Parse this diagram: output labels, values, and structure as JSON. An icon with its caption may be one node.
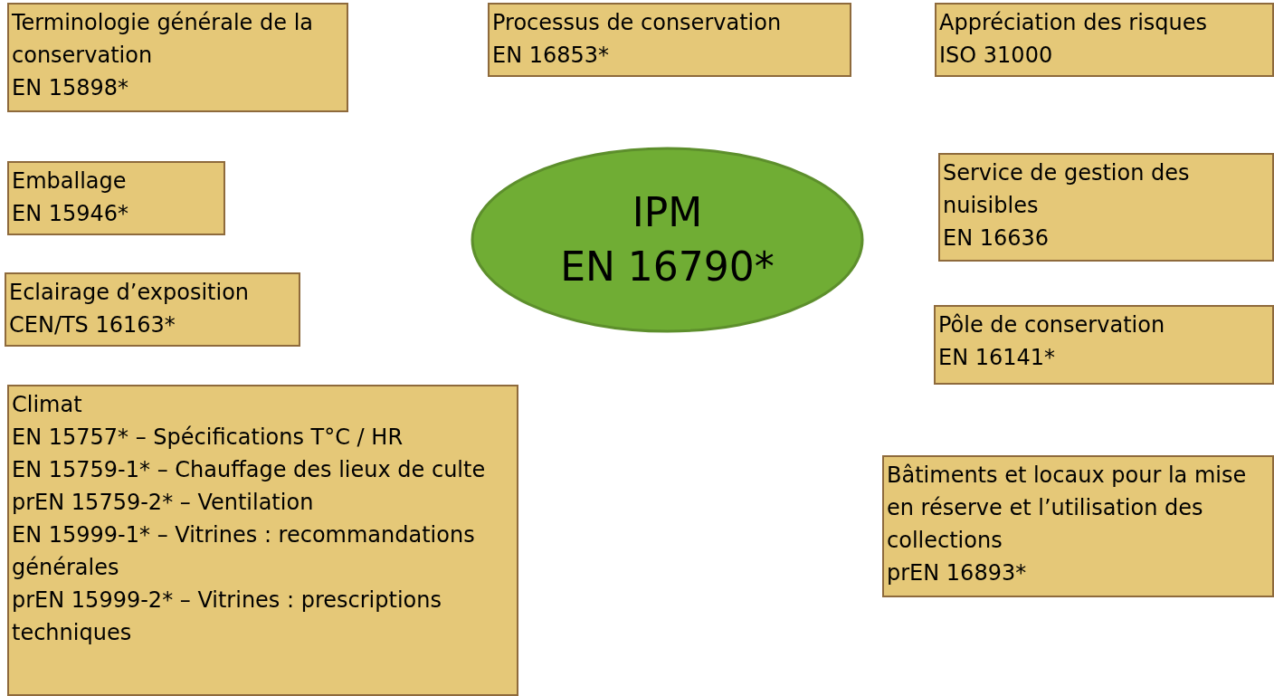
{
  "diagram": {
    "nodes": [
      {
        "text": [
          "Terminologie générale de la conservation",
          "EN 15898*"
        ]
      },
      {
        "text": [
          "Processus de conservation",
          "EN 16853*"
        ]
      },
      {
        "text": [
          "Appréciation des risques",
          "ISO 31000"
        ]
      },
      {
        "text": [
          "Emballage",
          "EN 15946*"
        ]
      },
      {
        "text": [
          "IPM",
          "EN 16790*"
        ]
      },
      {
        "text": [
          "Service de gestion des nuisibles",
          "EN 16636"
        ]
      },
      {
        "text": [
          "Eclairage d’exposition",
          "CEN/TS 16163*"
        ]
      },
      {
        "text": [
          "Pôle de conservation",
          "EN 16141*"
        ]
      },
      {
        "text": [
          "Climat",
          "EN 15757* – Spécifications T°C / HR",
          "EN 15759-1* – Chauffage des lieux de culte",
          "prEN 15759-2* – Ventilation",
          "EN 15999-1* – Vitrines : recommandations générales",
          "prEN 15999-2* – Vitrines : prescriptions techniques"
        ]
      },
      {
        "text": [
          "Bâtiments et locaux pour la mise en réserve et l’utilisation des collections",
          "prEN 16893*"
        ]
      }
    ]
  }
}
